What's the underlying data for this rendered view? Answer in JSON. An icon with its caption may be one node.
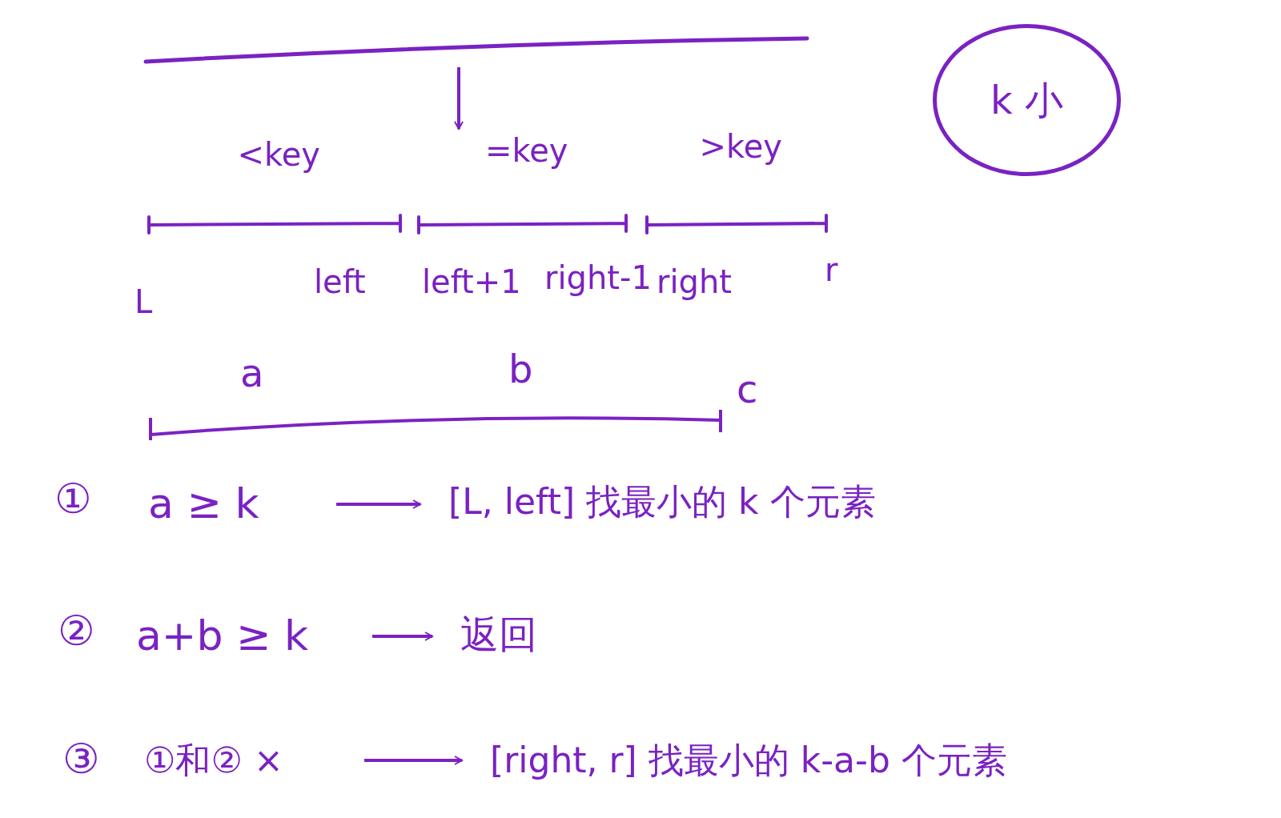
{
  "diagram": {
    "nodes": [
      {
        "text": [],
        "shape": "bar"
      },
      {
        "text": [
          "k 小"
        ]
      },
      {
        "text": [
          "<key"
        ]
      },
      {
        "text": [
          "=key"
        ]
      },
      {
        "text": [
          ">key"
        ]
      },
      {
        "text": [
          "a ≥ k"
        ]
      },
      {
        "text": [
          "[L, left] 找最小的 k 个元素"
        ]
      },
      {
        "text": [
          "a+b ≥ k"
        ]
      },
      {
        "text": [
          "返回"
        ]
      },
      {
        "text": [
          "①和② ×"
        ]
      },
      {
        "text": [
          "[right, r] 找最小的 k-a-b 个元素"
        ]
      }
    ],
    "edges": [
      {
        "from": 0,
        "to": 3,
        "arrow": "to"
      },
      {
        "from": 5,
        "to": 6,
        "arrow": "to"
      },
      {
        "from": 7,
        "to": 8,
        "arrow": "to"
      },
      {
        "from": 9,
        "to": 10,
        "arrow": "to"
      }
    ],
    "labels": [
      "L",
      "left",
      "left+1",
      "right-1",
      "right",
      "r",
      "a",
      "b",
      "c",
      "①",
      "②",
      "③"
    ]
  }
}
